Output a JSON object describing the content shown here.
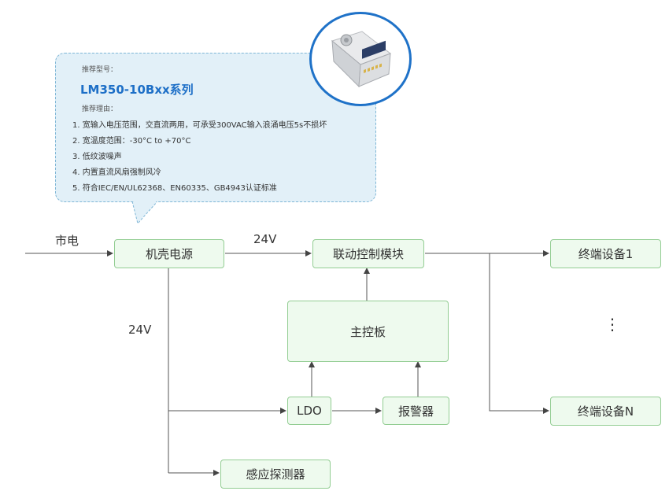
{
  "callout": {
    "recommended_model_label": "推荐型号：",
    "model_name": "LM350-10Bxx系列",
    "reason_label": "推荐理由：",
    "reasons": [
      "1. 宽输入电压范围，交直流两用，可承受300VAC输入浪涌电压5s不损坏",
      "2. 宽温度范围：-30°C to +70°C",
      "3. 低纹波噪声",
      "4. 内置直流风扇强制风冷",
      "5. 符合IEC/EN/UL62368、EN60335、GB4943认证标准"
    ]
  },
  "diagram": {
    "mains_label": "市电",
    "nodes": {
      "chassis_power": "机壳电源",
      "linkage_module": "联动控制模块",
      "terminal_1": "终端设备1",
      "terminal_n": "终端设备N",
      "main_board": "主控板",
      "ldo": "LDO",
      "alarm": "报警器",
      "detector": "感应探测器"
    },
    "edge_labels": {
      "power_to_linkage": "24V",
      "power_down": "24V"
    },
    "ellipsis": "⋮"
  },
  "colors": {
    "box_fill": "#eefaee",
    "box_border": "#93cd93",
    "callout_fill": "#e2f0f8",
    "callout_border": "#7fb6d6",
    "model_text": "#1d6fc7",
    "product_ring": "#1f72c8"
  }
}
